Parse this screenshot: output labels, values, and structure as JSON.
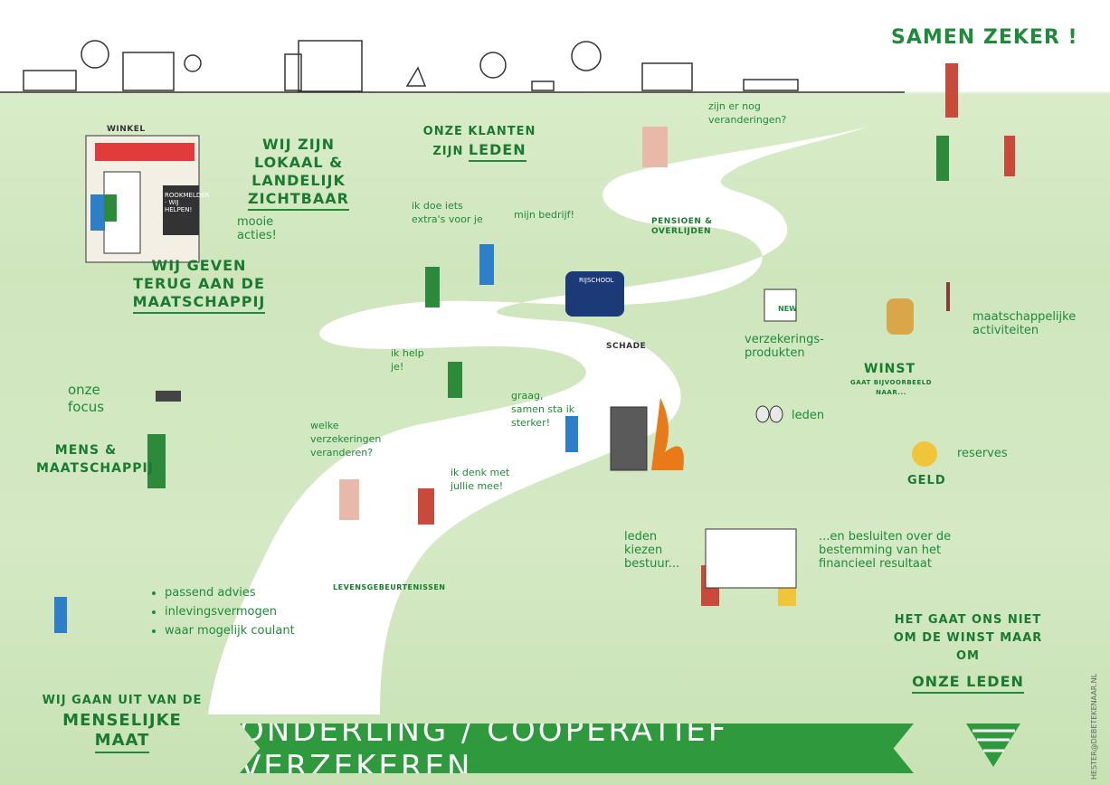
{
  "title": "SAMEN ZEKER !",
  "banner": "ONDERLING / COÖPERATIEF VERZEKEREN",
  "shop": {
    "sign": "WINKEL",
    "board": "ROOKMELDER · WIJ HELPEN!",
    "note": "mooie acties!"
  },
  "visible": {
    "l1": "WIJ ZIJN",
    "l2": "LOKAAL & LANDELIJK",
    "l3": "ZICHTBAAR"
  },
  "give_back": {
    "l1": "WIJ GEVEN",
    "l2": "TERUG AAN DE",
    "l3": "MAATSCHAPPIJ"
  },
  "members": {
    "l1": "ONZE KLANTEN",
    "l2": "ZIJN",
    "l3": "LEDEN"
  },
  "bubbles": {
    "extra": "ik doe iets extra's voor je",
    "business": "mijn bedrijf!",
    "changes": "zijn er nog veranderingen?",
    "help": "ik help je!",
    "stronger": "graag, samen sta ik sterker!",
    "which": "welke verzekeringen veranderen?",
    "think": "ik denk met jullie mee!",
    "focus": "onze focus"
  },
  "labels": {
    "pension": "PENSIOEN & OVERLIJDEN",
    "damage": "SCHADE",
    "life_events": "LEVENSGEBEURTENISSEN",
    "driving_school": "RIJSCHOOL"
  },
  "focus": {
    "l1": "MENS &",
    "l2": "MAATSCHAPPIJ"
  },
  "advice_list": [
    "passend advies",
    "inlevingsvermogen",
    "waar mogelijk coulant"
  ],
  "human": {
    "l1": "WIJ GAAN UIT VAN DE",
    "l2": "MENSELIJKE",
    "l3": "MAAT"
  },
  "profit": {
    "title": "WINST",
    "sub": "GAAT BIJVOORBEELD NAAR...",
    "products": "verzekerings-produkten",
    "new": "NEW",
    "activities": "maatschappelijke activiteiten",
    "members": "leden",
    "money": "GELD",
    "reserves": "reserves"
  },
  "board": {
    "left": "leden kiezen bestuur...",
    "right": "...en besluiten over de bestemming van het financieel resultaat"
  },
  "closing": {
    "l1": "HET GAAT ONS NIET",
    "l2": "OM DE WINST MAAR OM",
    "l3": "ONZE LEDEN"
  },
  "credit": "HESTER@DEBETEKENAAR.NL",
  "colors": {
    "green": "#1f8a3a",
    "banner": "#2f9a3d",
    "road": "#ffffff"
  }
}
